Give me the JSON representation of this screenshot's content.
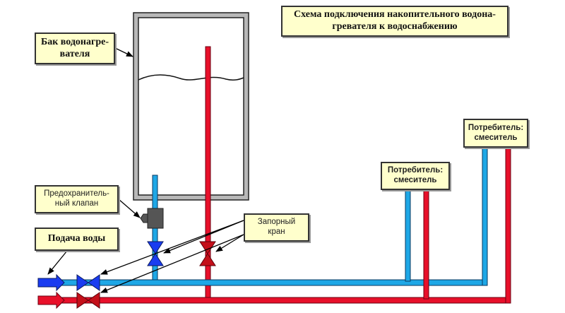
{
  "title": {
    "line1": "Схема подключения  накопительного водона-",
    "line2": "гревателя к водоснабжению"
  },
  "labels": {
    "tank": {
      "line1": "Бак водонагре-",
      "line2": "вателя"
    },
    "safety_valve": {
      "line1": "Предохранитель-",
      "line2": "ный клапан"
    },
    "water_supply": {
      "line1": "Подача воды"
    },
    "shutoff_valve": {
      "line1": "Запорный",
      "line2": "кран"
    },
    "consumer_1": {
      "line1": "Потребитель:",
      "line2": "смеситель"
    },
    "consumer_2": {
      "line1": "Потребитель:",
      "line2": "смеситель"
    }
  },
  "colors": {
    "cold_pipe": "#1ea7e6",
    "cold_valve": "#1a3cf0",
    "hot_pipe": "#e8102a",
    "hot_valve": "#c4101a",
    "tank_wall": "#b8b8b8",
    "label_bg": "#ffffcc",
    "safety_valve": "#555555"
  }
}
